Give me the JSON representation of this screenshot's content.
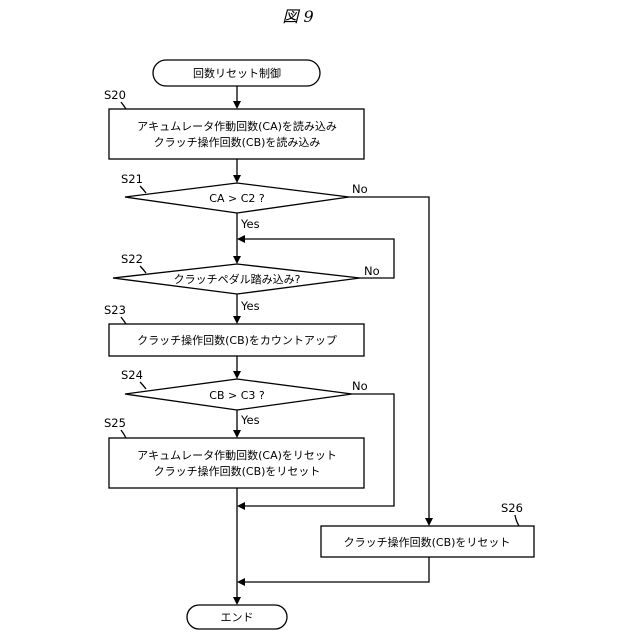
{
  "figure_title": "図 9",
  "nodes": {
    "start": "回数リセット制御",
    "s20": [
      "アキュムレータ作動回数(CA)を読み込み",
      "クラッチ操作回数(CB)を読み込み"
    ],
    "s21": "CA > C2 ?",
    "s22": "クラッチペダル踏み込み?",
    "s23": "クラッチ操作回数(CB)をカウントアップ",
    "s24": "CB > C3 ?",
    "s25": [
      "アキュムレータ作動回数(CA)をリセット",
      "クラッチ操作回数(CB)をリセット"
    ],
    "s26": "クラッチ操作回数(CB)をリセット",
    "end": "エンド"
  },
  "step_labels": {
    "s20": "S20",
    "s21": "S21",
    "s22": "S22",
    "s23": "S23",
    "s24": "S24",
    "s25": "S25",
    "s26": "S26"
  },
  "edge_labels": {
    "s21_no": "No",
    "s21_yes": "Yes",
    "s22_no": "No",
    "s22_yes": "Yes",
    "s24_no": "No",
    "s24_yes": "Yes"
  }
}
